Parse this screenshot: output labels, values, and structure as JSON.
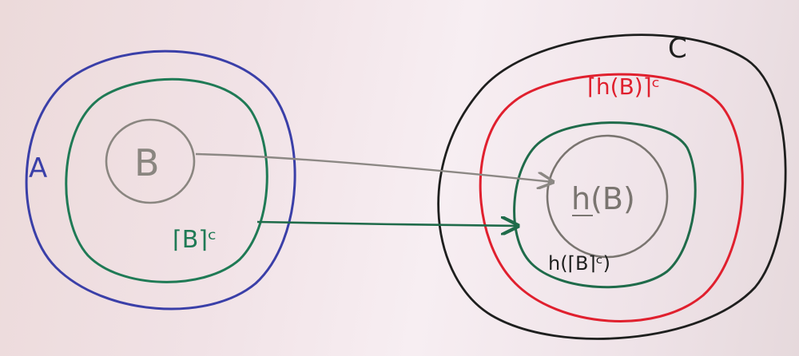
{
  "diagram": {
    "labels": {
      "set_a": "A",
      "set_c": "C",
      "subset_b": "B",
      "closure_b": "⌈B⌉ᶜ",
      "closure_hb": "⌈h(B)⌉ᶜ",
      "image_b": "h(B)",
      "image_closure_b": "h(⌈B⌉ᶜ)"
    },
    "colors": {
      "set_a": "#3a3fa8",
      "closure_b": "#1f7a55",
      "subset_b": "#8a8680",
      "set_c": "#1e1f1e",
      "closure_hb": "#e0202e",
      "image_closure_b": "#1f6b4a",
      "image_b": "#7a7570",
      "arrow_b": "#8c8884",
      "arrow_closure": "#1f6b4a"
    }
  }
}
